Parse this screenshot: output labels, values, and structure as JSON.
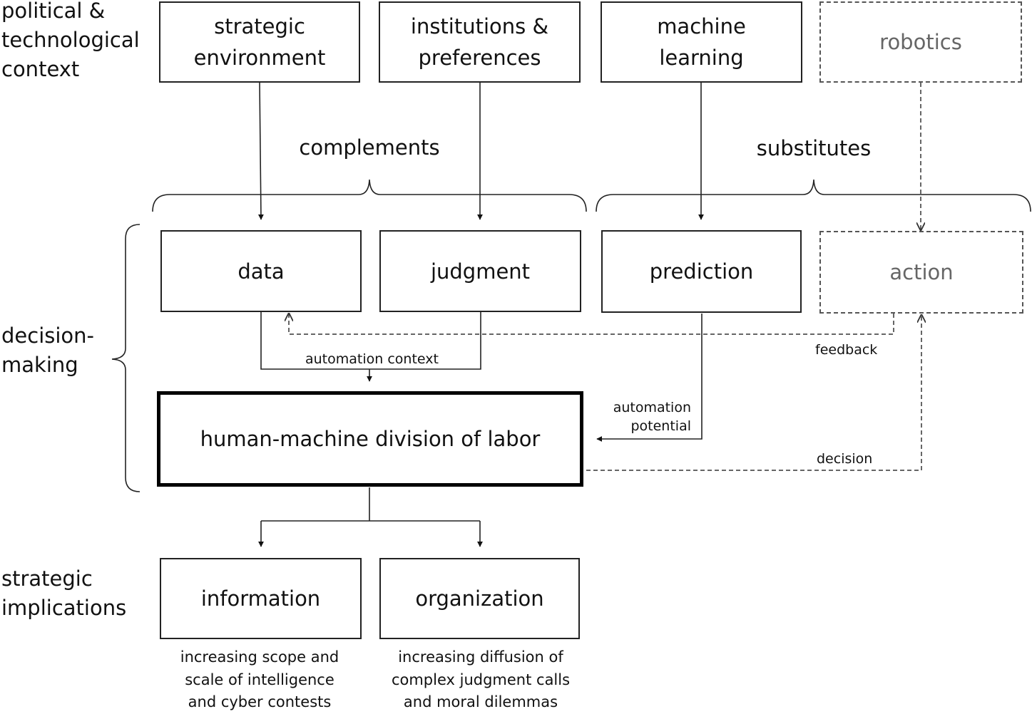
{
  "rows": {
    "context": "political &\ntechnological\ncontext",
    "decision": "decision-\nmaking",
    "implications": "strategic\nimplications"
  },
  "boxes": {
    "strategic_environment": "strategic\nenvironment",
    "institutions_preferences": "institutions &\npreferences",
    "machine_learning": "machine\nlearning",
    "robotics": "robotics",
    "data": "data",
    "judgment": "judgment",
    "prediction": "prediction",
    "action": "action",
    "division_of_labor": "human-machine division of labor",
    "information": "information",
    "organization": "organization"
  },
  "braces": {
    "complements": "complements",
    "substitutes": "substitutes"
  },
  "edges": {
    "automation_context": "automation context",
    "feedback": "feedback",
    "automation_potential": "automation\npotential",
    "decision": "decision"
  },
  "captions": {
    "information": "increasing scope and\nscale of intelligence\nand cyber contests",
    "organization": "increasing diffusion of\ncomplex judgment calls\nand moral dilemmas"
  }
}
